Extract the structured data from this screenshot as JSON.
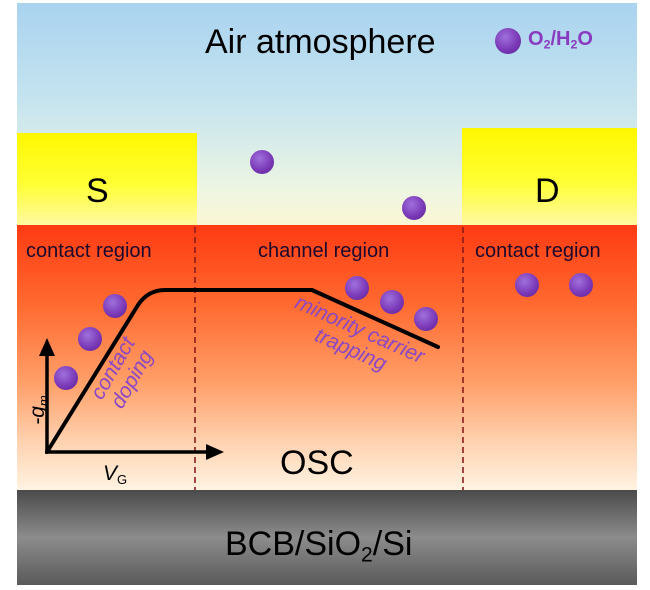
{
  "title": "Air atmosphere",
  "legend": {
    "species": "O",
    "sub1": "2",
    "slash": "/H",
    "sub2": "2",
    "tail": "O",
    "icon": "molecule-dot-icon"
  },
  "electrodes": {
    "source": "S",
    "drain": "D"
  },
  "regions": {
    "left": "contact region",
    "center": "channel region",
    "right": "contact region"
  },
  "layer": {
    "semiconductor": "OSC",
    "substrate": {
      "part1": "BCB/SiO",
      "sub": "2",
      "part2": "/Si"
    }
  },
  "annotations": {
    "contact": "contact doping",
    "trapping": "minority carrier trapping"
  },
  "inset": {
    "ylabel_main": "-g",
    "ylabel_sub": "m",
    "xlabel_main": "V",
    "xlabel_sub": "G"
  },
  "colors": {
    "molecule": "#7b3ab8",
    "electrode": "#ffff00",
    "osc_top": "#ff3a12",
    "annotation": "#8a48c4"
  }
}
